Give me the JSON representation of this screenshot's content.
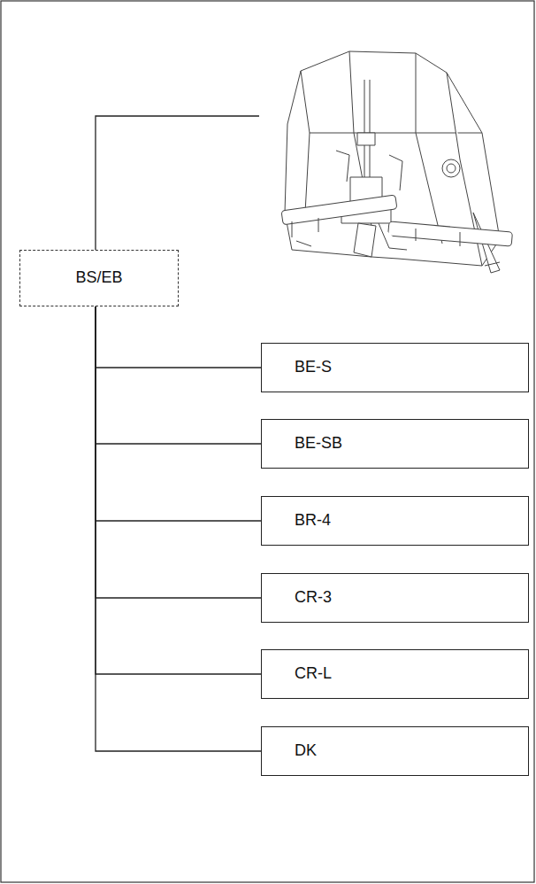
{
  "diagram": {
    "nodes": [
      {
        "text": [
          "BS/EB"
        ]
      },
      {
        "text": [
          "BE-S"
        ]
      },
      {
        "text": [
          "BE-SB"
        ]
      },
      {
        "text": [
          "BR-4"
        ]
      },
      {
        "text": [
          "CR-3"
        ]
      },
      {
        "text": [
          "CR-L"
        ]
      },
      {
        "text": [
          "DK"
        ]
      }
    ],
    "edges": [
      {
        "from": 0,
        "to": 1,
        "arrow": "none"
      },
      {
        "from": 0,
        "to": 2,
        "arrow": "none"
      },
      {
        "from": 0,
        "to": 3,
        "arrow": "none"
      },
      {
        "from": 0,
        "to": 4,
        "arrow": "none"
      },
      {
        "from": 0,
        "to": 5,
        "arrow": "none"
      },
      {
        "from": 0,
        "to": 6,
        "arrow": "none"
      }
    ]
  }
}
